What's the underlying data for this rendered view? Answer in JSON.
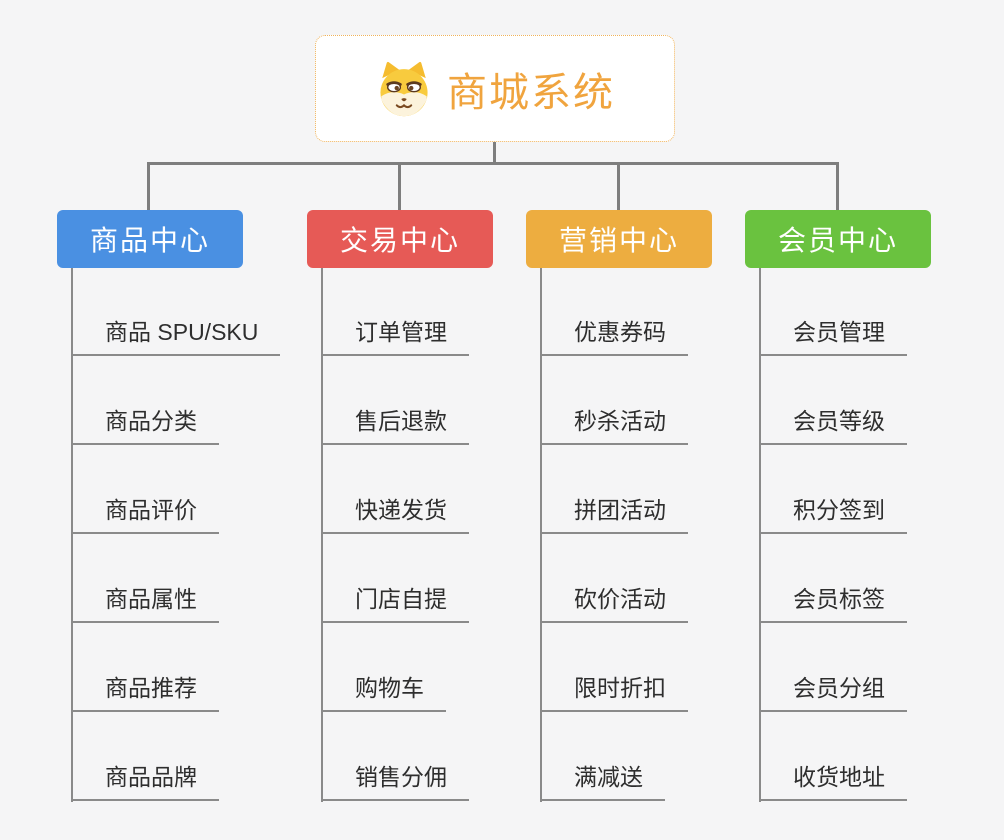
{
  "diagram": {
    "type": "mindmap-org-tree",
    "background_color": "#F5F5F6",
    "connector_color": "#7E7E7E",
    "underline_color": "#8A8A8A",
    "text_color": "#2E2E2E"
  },
  "root": {
    "title": "商城系统",
    "title_color": "#F0A43E",
    "border_color": "#F0B35B",
    "icon": "dog-face-icon"
  },
  "branches": [
    {
      "label": "商品中心",
      "color": "#4A90E2",
      "items": [
        "商品 SPU/SKU",
        "商品分类",
        "商品评价",
        "商品属性",
        "商品推荐",
        "商品品牌"
      ]
    },
    {
      "label": "交易中心",
      "color": "#E65A56",
      "items": [
        "订单管理",
        "售后退款",
        "快递发货",
        "门店自提",
        "购物车",
        "销售分佣"
      ]
    },
    {
      "label": "营销中心",
      "color": "#EDAD40",
      "items": [
        "优惠券码",
        "秒杀活动",
        "拼团活动",
        "砍价活动",
        "限时折扣",
        "满减送"
      ]
    },
    {
      "label": "会员中心",
      "color": "#6AC23F",
      "items": [
        "会员管理",
        "会员等级",
        "积分签到",
        "会员标签",
        "会员分组",
        "收货地址"
      ]
    }
  ]
}
